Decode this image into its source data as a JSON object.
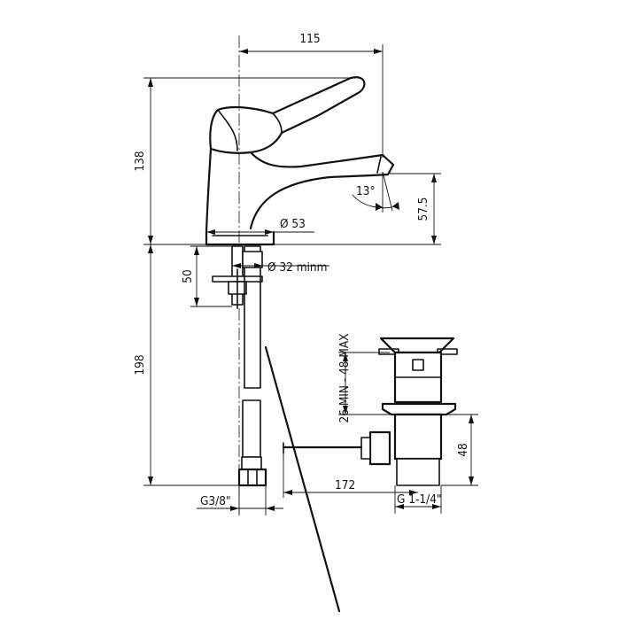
{
  "drawing": {
    "dimensions": {
      "width_top": "115",
      "height_faucet": "138",
      "spout_height": "57.5",
      "base_diameter": "Ø 53",
      "hole_diameter": "Ø 32 minm",
      "thread_top": "50",
      "hose_length": "198",
      "inlet_thread": "G3/8\"",
      "pull_rod": "172",
      "drain_thread": "G 1-1/4\"",
      "drain_depth": "48",
      "basin_thickness": "26 MIN - 48 MAX",
      "spout_angle": "13°"
    }
  }
}
